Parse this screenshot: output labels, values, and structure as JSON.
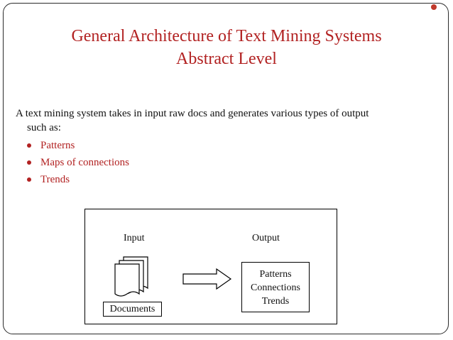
{
  "slide": {
    "title_line1": "General Architecture of Text Mining Systems",
    "title_line2": "Abstract Level",
    "intro_line1": "A text mining system takes in input raw docs and generates various types of output",
    "intro_line2": "such as:",
    "bullets": [
      "Patterns",
      "Maps of connections",
      "Trends"
    ]
  },
  "diagram": {
    "input_label": "Input",
    "output_label": "Output",
    "documents_label": "Documents",
    "output_items": [
      "Patterns",
      "Connections",
      "Trends"
    ],
    "icons": {
      "documents": "document-stack-icon",
      "flow": "right-arrow-icon"
    }
  },
  "colors": {
    "accent": "#b22222",
    "text": "#111111",
    "frame": "#2b2b2b",
    "dot": "#c0392b"
  }
}
